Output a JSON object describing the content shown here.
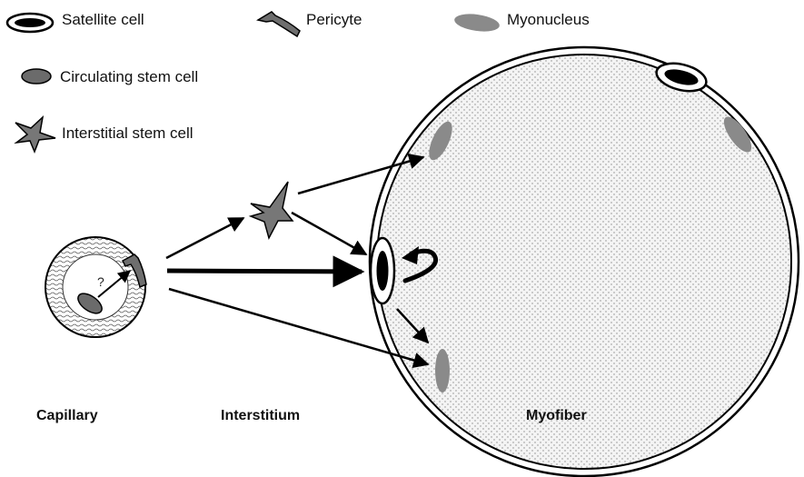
{
  "legend": {
    "satellite_cell": "Satellite cell",
    "pericyte": "Pericyte",
    "myonucleus": "Myonucleus",
    "circulating_stem_cell": "Circulating stem cell",
    "interstitial_stem_cell": "Interstitial stem cell"
  },
  "regions": {
    "capillary": "Capillary",
    "interstitium": "Interstitium",
    "myofiber": "Myofiber"
  },
  "question_mark": "?",
  "colors": {
    "outline": "#000000",
    "myonucleus_fill": "#8a8a8a",
    "stem_cell_fill": "#6b6b6b",
    "background": "#ffffff"
  }
}
